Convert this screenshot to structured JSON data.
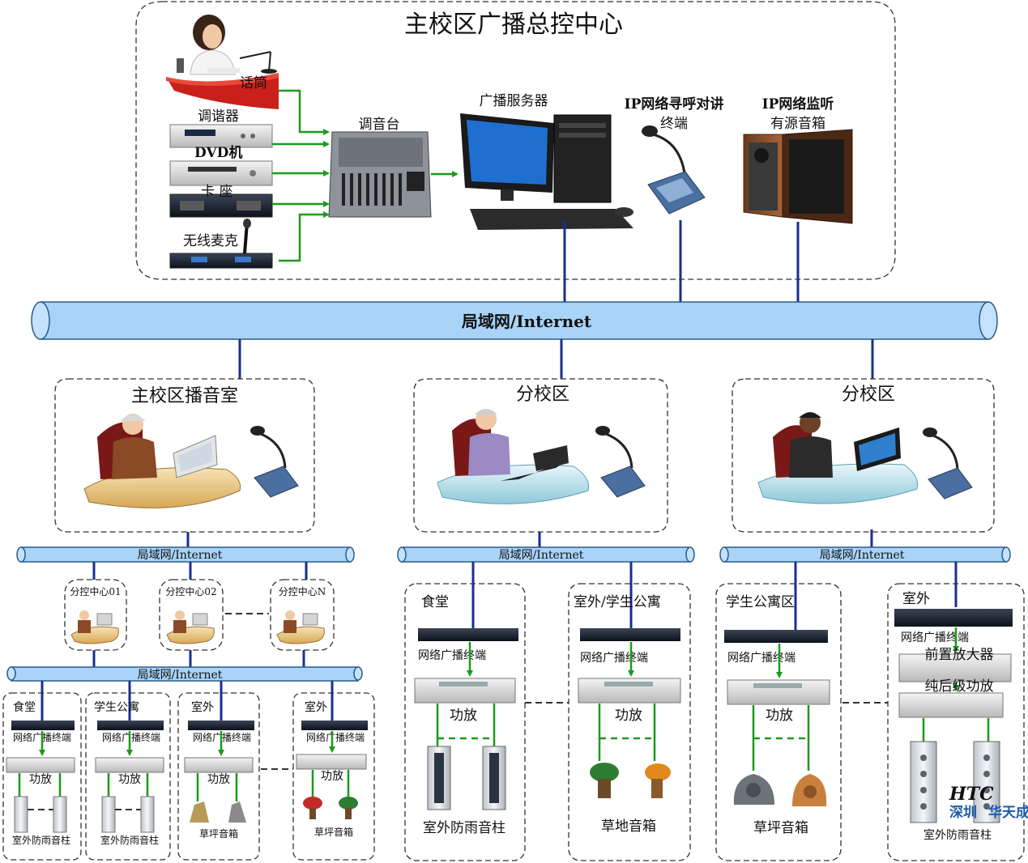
{
  "main_center": {
    "title": "主校区广播总控中心",
    "mic": "话筒",
    "tuner": "调谐器",
    "dvd": "DVD机",
    "cassette": "卡 座",
    "wireless": "无线麦克",
    "mixer": "调音台",
    "server": "广播服务器",
    "ip_intercom": [
      "IP网络寻呼对讲",
      "终端"
    ],
    "ip_monitor": [
      "IP网络监听",
      "有源音箱"
    ]
  },
  "backbone": {
    "label": "局域网/Internet"
  },
  "rooms": [
    {
      "title": "主校区播音室",
      "lan": "局域网/Internet"
    },
    {
      "title": "分校区",
      "lan": "局域网/Internet"
    },
    {
      "title": "分校区",
      "lan": "局域网/Internet"
    }
  ],
  "sub_centers": [
    "分控中心01",
    "分控中心02",
    "分控中心N"
  ],
  "sub_lan": "局域网/Internet",
  "left_zones": [
    {
      "name": "食堂",
      "terminal": "网络广播终端",
      "amp": "功放",
      "speaker": "室外防雨音柱"
    },
    {
      "name": "学生公寓",
      "terminal": "网络广播终端",
      "amp": "功放",
      "speaker": "室外防雨音柱"
    },
    {
      "name": "室外",
      "terminal": "网络广播终端",
      "amp": "功放",
      "speaker": "草坪音箱"
    },
    {
      "name": "室外",
      "terminal": "网络广播终端",
      "amp": "功放",
      "speaker": "草坪音箱"
    }
  ],
  "right_zones": [
    {
      "name": "食堂",
      "terminal": "网络广播终端",
      "amp": "功放",
      "speaker": "室外防雨音柱"
    },
    {
      "name": "室外/学生公寓",
      "terminal": "网络广播终端",
      "amp": "功放",
      "speaker": "草地音箱"
    },
    {
      "name": "学生公寓区",
      "terminal": "网络广播终端",
      "amp": "功放",
      "speaker": "草坪音箱"
    },
    {
      "name": "室外",
      "terminal": "网络广播终端",
      "preamp": "前置放大器",
      "power_amp": "纯后级功放",
      "speaker": "室外防雨音柱"
    }
  ],
  "watermark": {
    "logo": "HTC",
    "city": "深圳",
    "company": "华天成"
  },
  "colors": {
    "pipe": "#a9d3f7",
    "network_line": "#1a2f8f",
    "audio_line": "#1c9a1c"
  }
}
